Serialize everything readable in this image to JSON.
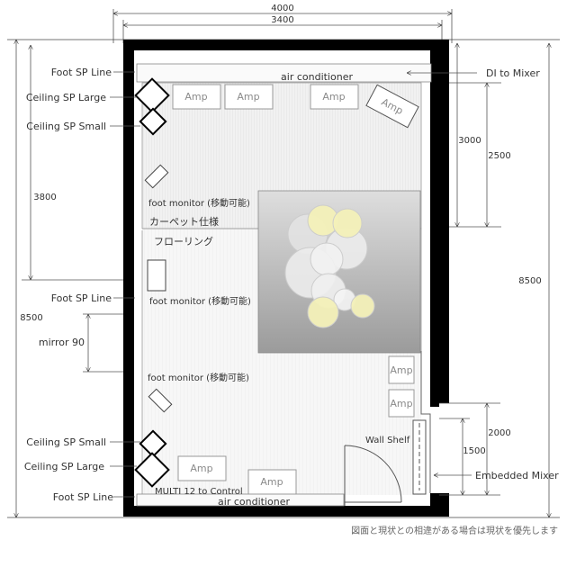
{
  "dimensions": {
    "outer_width": "4000",
    "inner_width": "3400",
    "left_total": "8500",
    "right_total": "8500",
    "left_upper": "3800",
    "mirror": "mirror 90",
    "right_upper_outer": "3000",
    "right_upper_inner": "2500",
    "right_lower_outer": "2000",
    "right_lower_inner": "1500"
  },
  "labels": {
    "foot_sp_line_top": "Foot SP Line",
    "ceiling_sp_large_top": "Ceiling SP Large",
    "ceiling_sp_small_top": "Ceiling SP Small",
    "foot_sp_line_mid": "Foot SP Line",
    "ceiling_sp_small_bottom": "Ceiling SP Small",
    "ceiling_sp_large_bottom": "Ceiling SP Large",
    "foot_sp_line_bottom": "Foot SP Line",
    "di_to_mixer": "DI to Mixer",
    "embedded_mixer": "Embedded Mixer",
    "air_conditioner_top": "air conditioner",
    "air_conditioner_bottom": "air conditioner",
    "carpet": "カーペット仕様",
    "flooring": "フローリング",
    "foot_monitor_1": "foot monitor (移動可能)",
    "foot_monitor_2": "foot monitor (移動可能)",
    "foot_monitor_3": "foot monitor (移動可能)",
    "wall_shelf": "Wall  Shelf",
    "multi": "MULTI 12 to Control"
  },
  "amps": [
    "Amp",
    "Amp",
    "Amp",
    "Amp",
    "Amp",
    "Amp",
    "Amp",
    "Amp"
  ],
  "footnote": "図面と現状との相違がある場合は現状を優先します",
  "colors": {
    "wall": "#000000",
    "line": "#555555",
    "lighting_yellow": "#f3f0b8",
    "lighting_white": "#e9e9e9",
    "rug_top": "#dedede",
    "rug_bottom": "#9b9b9b"
  }
}
